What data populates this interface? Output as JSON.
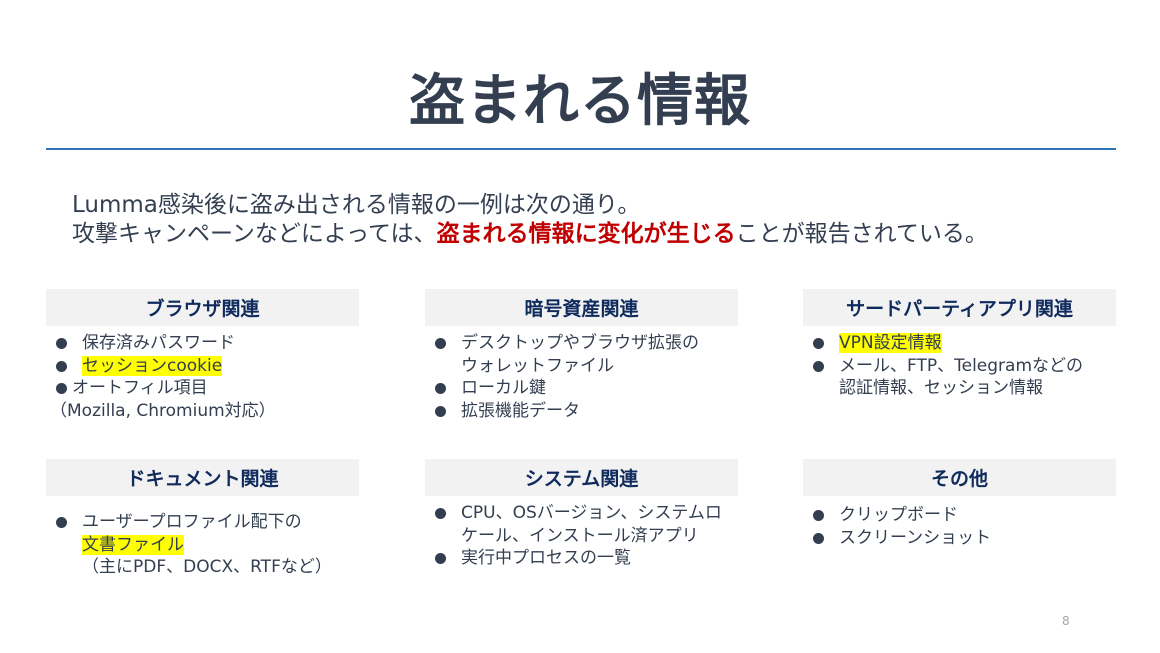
{
  "slide": {
    "title": "盗まれる情報",
    "page_number": "8"
  },
  "lead": {
    "line1": "Lumma感染後に盗み出される情報の一例は次の通り。",
    "line2_prefix": "攻撃キャンペーンなどによっては、",
    "line2_emphasis": "盗まれる情報に変化が生じる",
    "line2_suffix": "ことが報告されている。"
  },
  "colors": {
    "title_text": "#333f50",
    "rule": "#2e75b6",
    "emphasis": "#c00000",
    "header_bg": "#f2f2f2",
    "header_text": "#0f2a5c",
    "highlight": "#ffff00",
    "page_number": "#a6a6a6"
  },
  "categories": [
    {
      "title": "ブラウザ関連",
      "items": [
        {
          "text": "保存済みパスワード",
          "highlight": false
        },
        {
          "text": "セッションcookie",
          "highlight": true
        },
        {
          "text": "オートフィル項目",
          "highlight": false
        }
      ],
      "note": "（Mozilla, Chromium対応）"
    },
    {
      "title": "暗号資産関連",
      "items": [
        {
          "text": "デスクトップやブラウザ拡張の",
          "continuation": "ウォレットファイル",
          "highlight": false
        },
        {
          "text": "ローカル鍵",
          "highlight": false
        },
        {
          "text": "拡張機能データ",
          "highlight": false
        }
      ]
    },
    {
      "title": "サードパーティアプリ関連",
      "items": [
        {
          "text": "VPN設定情報",
          "highlight": true
        },
        {
          "text": "メール、FTP、Telegramなどの",
          "continuation": "認証情報、セッション情報",
          "highlight": false
        }
      ]
    },
    {
      "title": "ドキュメント関連",
      "items": [
        {
          "text": "ユーザープロファイル配下の",
          "continuation_highlight": "文書ファイル",
          "highlight": false
        }
      ],
      "note": "（主にPDF、DOCX、RTFなど）"
    },
    {
      "title": "システム関連",
      "items": [
        {
          "text": "CPU、OSバージョン、システムロ",
          "continuation": "ケール、インストール済アプリ",
          "highlight": false
        },
        {
          "text": "実行中プロセスの一覧",
          "highlight": false
        }
      ]
    },
    {
      "title": "その他",
      "items": [
        {
          "text": "クリップボード",
          "highlight": false
        },
        {
          "text": "スクリーンショット",
          "highlight": false
        }
      ]
    }
  ]
}
